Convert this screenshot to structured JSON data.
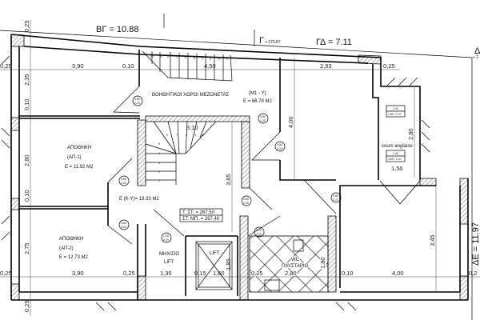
{
  "plan": {
    "top_labels": {
      "bg": "ΒΓ = 10.88",
      "gamma": "Γ",
      "gamma_elev": "+ 270.87",
      "gd": "ΓΔ = 7.11",
      "delta": "Δ",
      "delta_elev": "+ 2",
      "de": "ΔΕ = 11.97"
    },
    "rooms": {
      "aux": "ΒΟΗΘΗΤΙΚΟΙ ΧΩΡΟΙ ΜΕΖΟΝΕΤΑΣ",
      "m1_name": "(M1 - Y)",
      "m1_area": "E = 66.78 M2",
      "st1_name": "ΑΠΟΘΗΚΗ",
      "st1_code": "(ΑΠ-1)",
      "st1_area": "E = 11.92 M2",
      "ky_area": "E (K-Y)= 19.33 M2",
      "st2_name": "ΑΠΟΘΗΚΗ",
      "st2_code": "(ΑΠ-2)",
      "st2_area": "E = 12.73 M2",
      "mech1": "ΜΗΧ/ΣΙΟ",
      "mech2": "LIFT",
      "lift": "LIFT",
      "wc1": "WC",
      "wc2": "ΠΛΥΣΤΑΡΙΟ",
      "cours": "cours anglaise"
    },
    "levels": {
      "floor": "T. ΣT. = 267.50",
      "slab": "ΣT. ΜΠ. = 267.40"
    },
    "windows": [
      {
        "w": "2.40",
        "h": "0.80 / 2.20"
      },
      {
        "w": "1.40",
        "h": "0.80 / 2.20"
      }
    ],
    "door_tag": {
      "top": "0.80",
      "bottom": "2.20"
    },
    "door_tag_lift": {
      "top": "1.00",
      "bottom": "2.20"
    },
    "door_tag_wc": {
      "top": "0.70",
      "bottom": "2.20"
    },
    "dims_top": [
      "3,90",
      "0,10",
      "4,50",
      "2,93",
      "0,25",
      "0,25"
    ],
    "dims_left": [
      "0,25",
      "2,35",
      "0,10",
      "2,80",
      "0,10",
      "2,75",
      "0,25"
    ],
    "dims_bottom": [
      "0,25",
      "3,90",
      "0,25",
      "1,35",
      "0,15",
      "1,60",
      "0,25",
      "2,80",
      "0,10",
      "4,00",
      "0,2"
    ],
    "dims_inner": {
      "stair_w": "3,10",
      "stair_h": "3,65",
      "m1_h": "4,00",
      "cours_h": "2,80",
      "cours_w": "1,50",
      "lift_h": "1,85",
      "wc_h": "1,80",
      "right_h": "3,45"
    },
    "stairs_upper": [
      "10",
      "9",
      "8",
      "7",
      "6",
      "5",
      "4",
      "3",
      "2",
      "1"
    ],
    "stairs_lower": [
      "1",
      "2",
      "3",
      "4",
      "5",
      "6",
      "7",
      "8",
      "9",
      "10"
    ]
  }
}
